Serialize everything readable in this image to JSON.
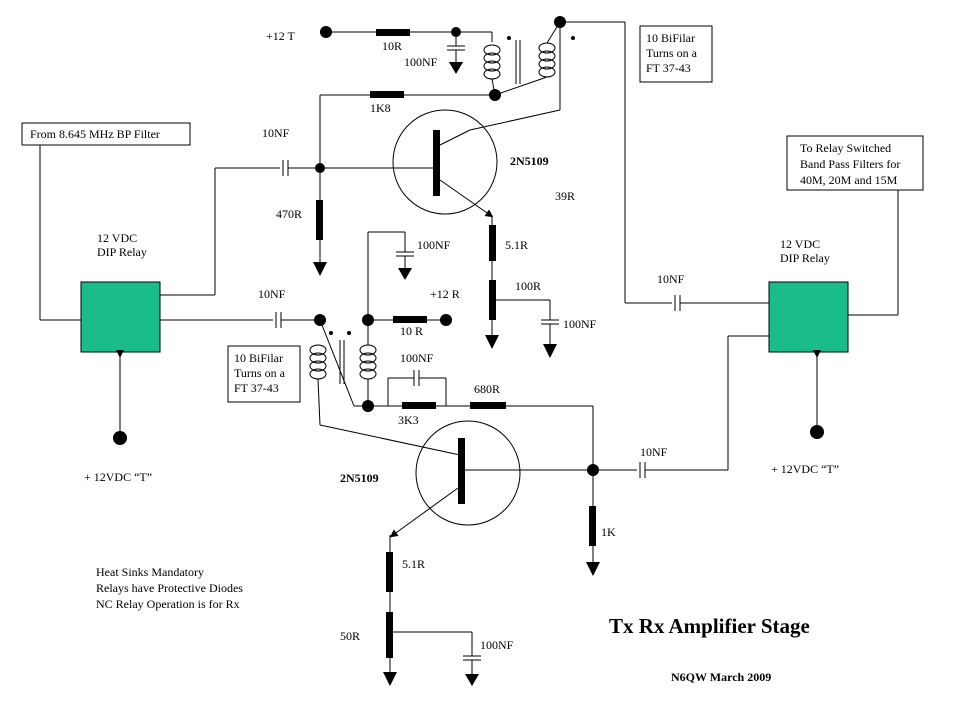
{
  "title": "Tx Rx Amplifier Stage",
  "author": "N6QW March 2009",
  "notes": [
    "Heat Sinks Mandatory",
    "Relays have Protective Diodes",
    "NC Relay Operation is for Rx"
  ],
  "input_box": "From 8.645 MHz  BP Filter",
  "output_box": [
    "To Relay Switched",
    "Band Pass Filters for",
    "40M, 20M and 15M"
  ],
  "transformer_top_box": [
    "10 BiFilar",
    "Turns on a",
    "FT 37-43"
  ],
  "transformer_bottom_box": [
    "10 BiFilar",
    "Turns on a",
    "FT 37-43"
  ],
  "relay_left": [
    "12 VDC",
    "DIP Relay"
  ],
  "relay_right": [
    "12 VDC",
    "DIP Relay"
  ],
  "supply_left": "+ 12VDC “T”",
  "supply_right": "+ 12VDC “T”",
  "labels": {
    "plus12t": "+12 T",
    "r10_top": "10R",
    "c100_top": "100NF",
    "r1k8": "1K8",
    "c10_in1": "10NF",
    "q1": "2N5109",
    "r39": "39R",
    "r470": "470R",
    "c100_mid": "100NF",
    "r5_1_top": "5.1R",
    "r100": "100R",
    "c100_emit": "100NF",
    "c10_in2": "10NF",
    "plus12r": "+12 R",
    "r10_mid": "10 R",
    "c100_fb": "100NF",
    "r3k3": "3K3",
    "r680": "680R",
    "q2": "2N5109",
    "c10_out": "10NF",
    "c10_relay": "10NF",
    "r1k": "1K",
    "r5_1_bot": "5.1R",
    "r50": "50R",
    "c100_bot": "100NF"
  }
}
